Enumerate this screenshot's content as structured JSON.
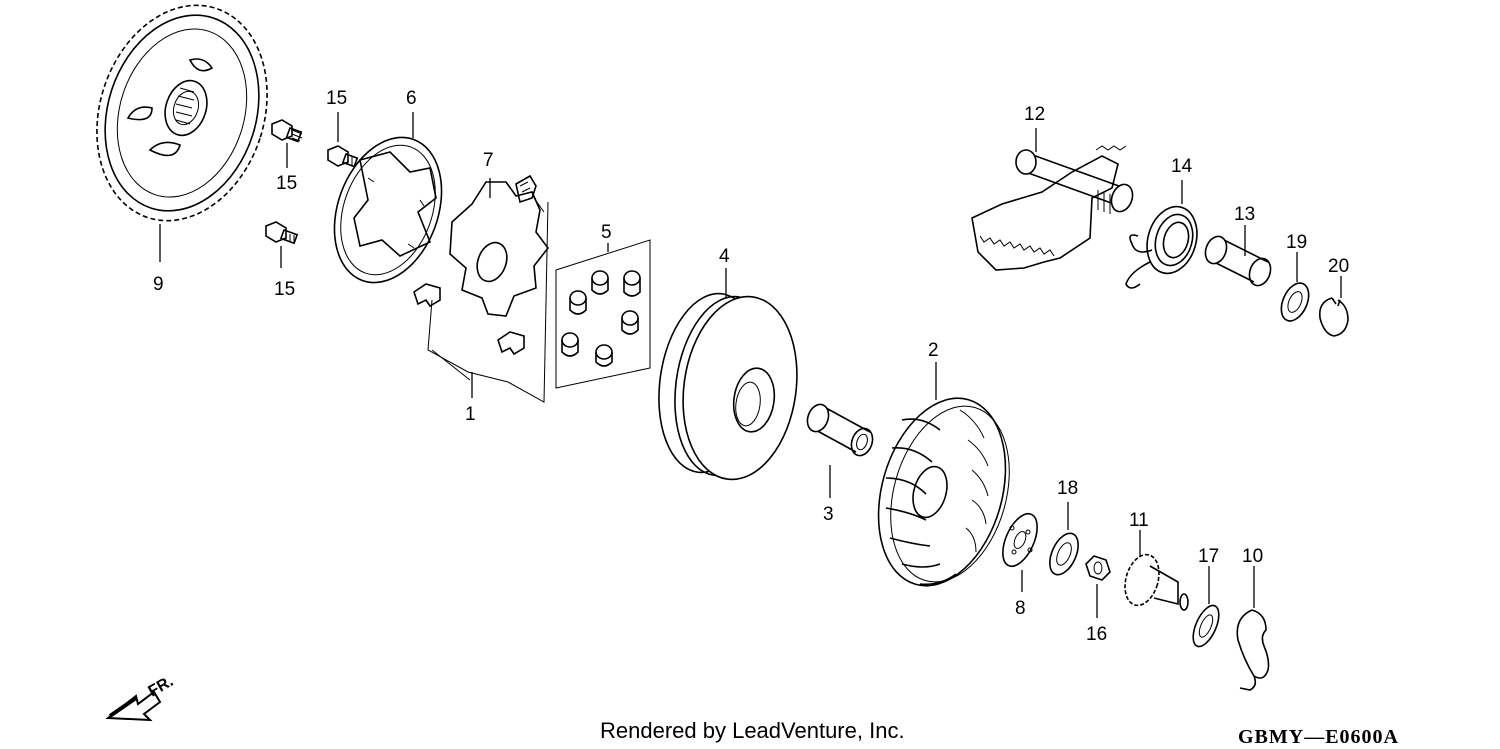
{
  "callouts": {
    "c1": "1",
    "c2": "2",
    "c3": "3",
    "c4": "4",
    "c5": "5",
    "c6": "6",
    "c7": "7",
    "c8": "8",
    "c9": "9",
    "c10": "10",
    "c11": "11",
    "c12": "12",
    "c13": "13",
    "c14": "14",
    "c15a": "15",
    "c15b": "15",
    "c15c": "15",
    "c16": "16",
    "c17": "17",
    "c18": "18",
    "c19": "19",
    "c20": "20"
  },
  "direction_label": "FR.",
  "footer": {
    "rendered_by": "Rendered by LeadVenture, Inc.",
    "diagram_code": "GBMY—E0600A"
  }
}
